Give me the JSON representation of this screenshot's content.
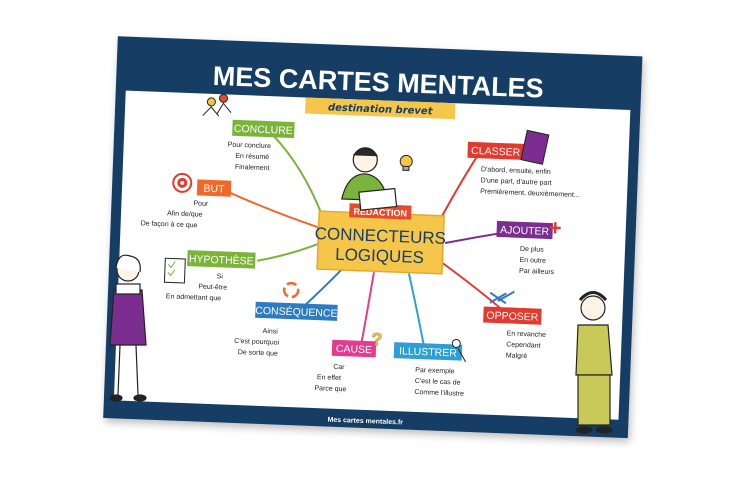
{
  "title": "MES CARTES MENTALES",
  "subtitle": "destination brevet",
  "footer": "Mes cartes mentales.fr",
  "center": {
    "tag": "RÉDACTION",
    "line1": "CONNECTEURS",
    "line2": "LOGIQUES"
  },
  "branches": {
    "conclure": {
      "label": "CONCLURE",
      "color": "#7bb43a",
      "items": [
        "Pour conclure",
        "En résumé",
        "Finalement"
      ]
    },
    "but": {
      "label": "BUT",
      "color": "#ef6a2a",
      "items": [
        "Pour",
        "Afin de/que",
        "De façon à ce que"
      ]
    },
    "hypothese": {
      "label": "HYPOTHÈSE",
      "color": "#7bb43a",
      "items": [
        "Si",
        "Peut-être",
        "En admettant que"
      ]
    },
    "consequence": {
      "label": "CONSÉQUENCE",
      "color": "#2e7bbf",
      "items": [
        "Ainsi",
        "C'est pourquoi",
        "De sorte que"
      ]
    },
    "cause": {
      "label": "CAUSE",
      "color": "#e23c8f",
      "items": [
        "Car",
        "En effet",
        "Parce que"
      ]
    },
    "illustrer": {
      "label": "ILLUSTRER",
      "color": "#2e9fd6",
      "items": [
        "Par exemple",
        "C'est le cas de",
        "Comme l'illustre"
      ]
    },
    "opposer": {
      "label": "OPPOSER",
      "color": "#e23a2e",
      "items": [
        "En revanche",
        "Cependant",
        "Malgré"
      ]
    },
    "ajouter": {
      "label": "AJOUTER",
      "color": "#7b2e8f",
      "items": [
        "De plus",
        "En outre",
        "Par ailleurs"
      ]
    },
    "classer": {
      "label": "CLASSER",
      "color": "#e23a2e",
      "items": [
        "D'abord, ensuite, enfin",
        "D'une part, d'autre part",
        "Premièrement, deuxièmement..."
      ]
    }
  },
  "colors": {
    "frame": "#173d63",
    "paper": "#ffffff",
    "center_fill": "#f6c64a",
    "center_tag": "#e84a2a"
  },
  "icons": [
    "children-icon",
    "target-icon",
    "checklist-icon",
    "recycle-icon",
    "question-icon",
    "flower-icon",
    "swords-icon",
    "plus-icon",
    "book-icon",
    "lightbulb-icon",
    "student-illustration",
    "girl-illustration",
    "boy-illustration"
  ]
}
